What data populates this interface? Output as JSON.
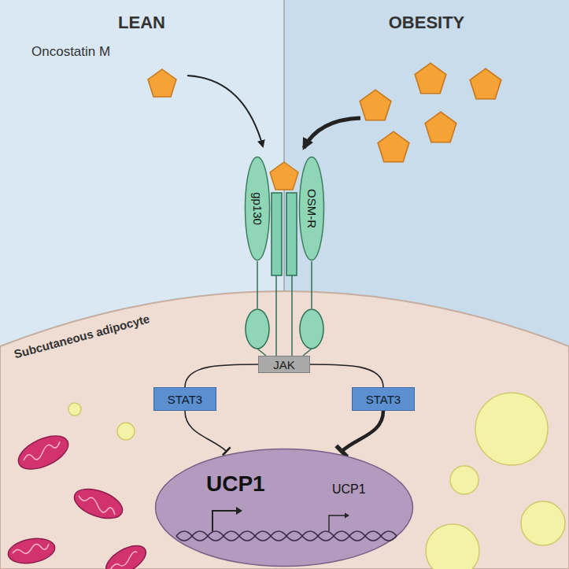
{
  "diagram": {
    "nodes": [
      {
        "text": [
          "gp130"
        ]
      },
      {
        "text": [
          "OSM-R"
        ]
      },
      {
        "text": [
          "JAK"
        ]
      },
      {
        "text": [
          "STAT3"
        ]
      },
      {
        "text": [
          "STAT3"
        ]
      },
      {
        "text": [
          "UCP1",
          "UCP1"
        ]
      }
    ],
    "edges": [
      {
        "from": 2,
        "to": 3,
        "arrow": "none"
      },
      {
        "from": 2,
        "to": 4,
        "arrow": "none"
      },
      {
        "from": 3,
        "to": 5,
        "arrow": "to"
      },
      {
        "from": 4,
        "to": 5,
        "arrow": "to"
      }
    ],
    "labels": [
      "LEAN",
      "OBESITY",
      "Oncostatin M",
      "Subcutaneous adipocyte"
    ]
  }
}
